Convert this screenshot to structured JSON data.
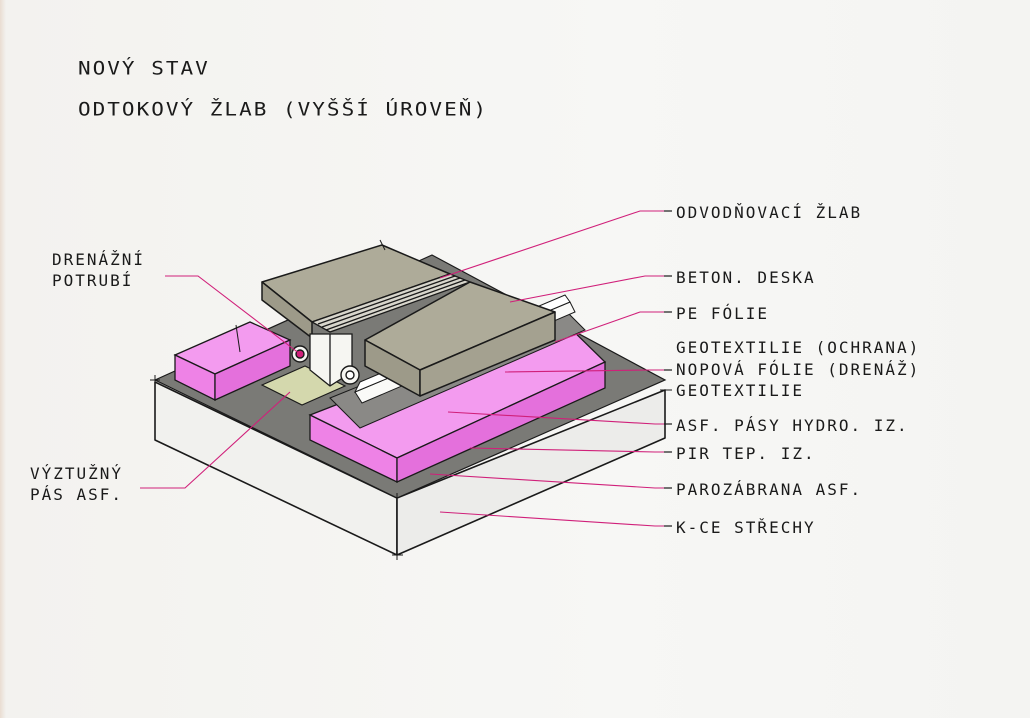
{
  "title": {
    "line1": "NOVÝ STAV",
    "line2": "ODTOKOVÝ ŽLAB  (VYŠŠÍ ÚROVEŇ)"
  },
  "labels": {
    "odvodnovaci_zlab": "ODVODŇOVACÍ ŽLAB",
    "beton_deska": "BETON. DESKA",
    "pe_folie": "PE FÓLIE",
    "geotextilie_ochrana": "GEOTEXTILIE (OCHRANA)",
    "nopova_folie": "NOPOVÁ FÓLIE (DRENÁŽ)",
    "geotextilie": "GEOTEXTILIE",
    "asf_pasy": "ASF. PÁSY HYDRO. IZ.",
    "pir": "PIR TEP. IZ.",
    "parozabrana": "PAROZÁBRANA ASF.",
    "k_ce_strechy": "K-CE STŘECHY",
    "drenazni_1": "DRENÁŽNÍ",
    "drenazni_2": "POTRUBÍ",
    "vyztuzny_1": "VÝZTUŽNÝ",
    "vyztuzny_2": "PÁS ASF."
  },
  "colors": {
    "ink": "#1a1a1a",
    "leader": "#d0207a",
    "concrete": "#a8a593",
    "pir": "#ee82e6",
    "vapour_barrier": "#7a7a76",
    "pad": "#d4d8ad",
    "paper": "#f7f7f5"
  }
}
